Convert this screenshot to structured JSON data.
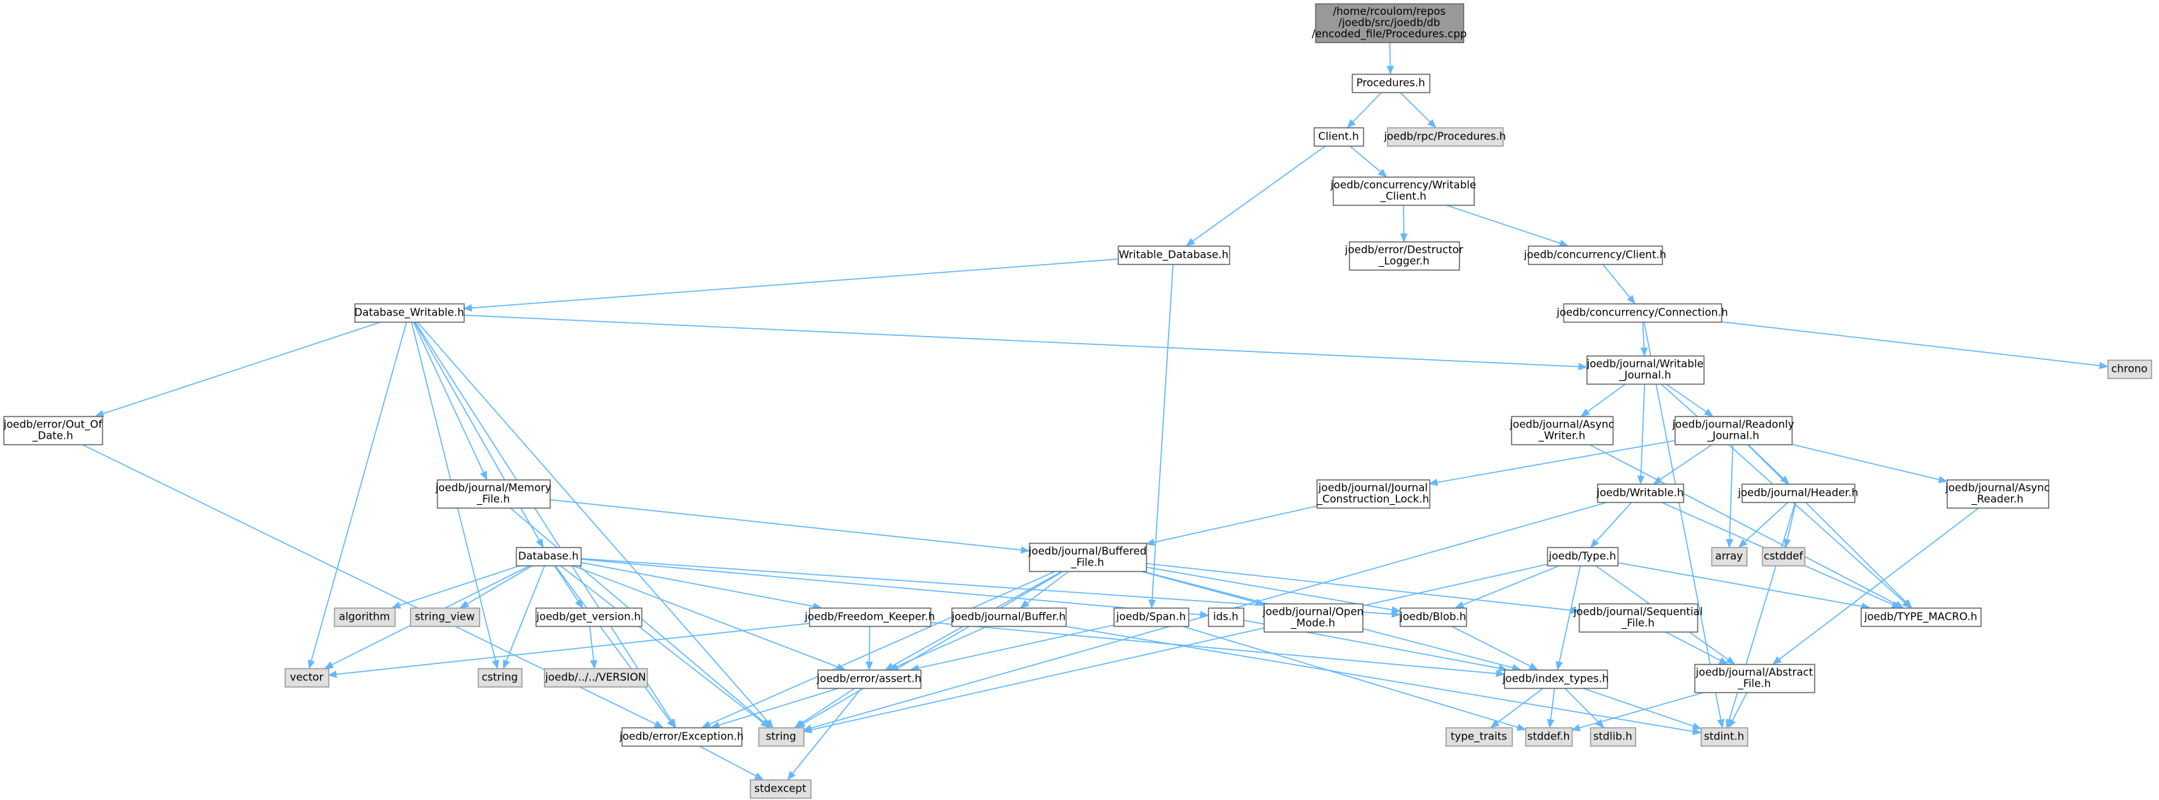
{
  "colors": {
    "root_fill": "#999999",
    "root_border": "#666666",
    "local_fill": "#ffffff",
    "local_border": "#666666",
    "system_fill": "#e0e0e0",
    "system_border": "#999999",
    "edge": "#63b8ff"
  },
  "nodes": [
    {
      "id": "root",
      "kind": "root",
      "lines": [
        "/home/rcoulom/repos",
        "/joedb/src/joedb/db",
        "/encoded_file/Procedures.cpp"
      ]
    },
    {
      "id": "procedures_h",
      "kind": "local",
      "lines": [
        "Procedures.h"
      ]
    },
    {
      "id": "client_h",
      "kind": "local",
      "lines": [
        "Client.h"
      ]
    },
    {
      "id": "rpc_procedures_h",
      "kind": "system",
      "lines": [
        "joedb/rpc/Procedures.h"
      ]
    },
    {
      "id": "concurrency_writable_client",
      "kind": "local",
      "lines": [
        "joedb/concurrency/Writable",
        "_Client.h"
      ]
    },
    {
      "id": "writable_database_h",
      "kind": "local",
      "lines": [
        "Writable_Database.h"
      ]
    },
    {
      "id": "destructor_logger",
      "kind": "local",
      "lines": [
        "joedb/error/Destructor",
        "_Logger.h"
      ]
    },
    {
      "id": "concurrency_client",
      "kind": "local",
      "lines": [
        "joedb/concurrency/Client.h"
      ]
    },
    {
      "id": "database_writable_h",
      "kind": "local",
      "lines": [
        "Database_Writable.h"
      ]
    },
    {
      "id": "connection_h",
      "kind": "local",
      "lines": [
        "joedb/concurrency/Connection.h"
      ]
    },
    {
      "id": "chrono",
      "kind": "system",
      "lines": [
        "chrono"
      ]
    },
    {
      "id": "writable_journal",
      "kind": "local",
      "lines": [
        "joedb/journal/Writable",
        "_Journal.h"
      ]
    },
    {
      "id": "out_of_date",
      "kind": "local",
      "lines": [
        "joedb/error/Out_Of",
        "_Date.h"
      ]
    },
    {
      "id": "async_writer",
      "kind": "local",
      "lines": [
        "joedb/journal/Async",
        "_Writer.h"
      ]
    },
    {
      "id": "readonly_journal",
      "kind": "local",
      "lines": [
        "joedb/journal/Readonly",
        "_Journal.h"
      ]
    },
    {
      "id": "memory_file",
      "kind": "local",
      "lines": [
        "joedb/journal/Memory",
        "_File.h"
      ]
    },
    {
      "id": "construction_lock",
      "kind": "local",
      "lines": [
        "joedb/journal/Journal",
        "_Construction_Lock.h"
      ]
    },
    {
      "id": "writable_h",
      "kind": "local",
      "lines": [
        "joedb/Writable.h"
      ]
    },
    {
      "id": "header_h",
      "kind": "local",
      "lines": [
        "joedb/journal/Header.h"
      ]
    },
    {
      "id": "async_reader",
      "kind": "local",
      "lines": [
        "joedb/journal/Async",
        "_Reader.h"
      ]
    },
    {
      "id": "database_h",
      "kind": "local",
      "lines": [
        "Database.h"
      ]
    },
    {
      "id": "buffered_file",
      "kind": "local",
      "lines": [
        "joedb/journal/Buffered",
        "_File.h"
      ]
    },
    {
      "id": "type_h",
      "kind": "local",
      "lines": [
        "joedb/Type.h"
      ]
    },
    {
      "id": "array",
      "kind": "system",
      "lines": [
        "array"
      ]
    },
    {
      "id": "cstddef",
      "kind": "system",
      "lines": [
        "cstddef"
      ]
    },
    {
      "id": "algorithm",
      "kind": "system",
      "lines": [
        "algorithm"
      ]
    },
    {
      "id": "string_view",
      "kind": "system",
      "lines": [
        "string_view"
      ]
    },
    {
      "id": "get_version",
      "kind": "local",
      "lines": [
        "joedb/get_version.h"
      ]
    },
    {
      "id": "freedom_keeper",
      "kind": "local",
      "lines": [
        "joedb/Freedom_Keeper.h"
      ]
    },
    {
      "id": "buffer_h",
      "kind": "local",
      "lines": [
        "joedb/journal/Buffer.h"
      ]
    },
    {
      "id": "span_h",
      "kind": "local",
      "lines": [
        "joedb/Span.h"
      ]
    },
    {
      "id": "ids_h",
      "kind": "local",
      "lines": [
        "ids.h"
      ]
    },
    {
      "id": "open_mode",
      "kind": "local",
      "lines": [
        "joedb/journal/Open",
        "_Mode.h"
      ]
    },
    {
      "id": "blob_h",
      "kind": "local",
      "lines": [
        "joedb/Blob.h"
      ]
    },
    {
      "id": "sequential_file",
      "kind": "local",
      "lines": [
        "joedb/journal/Sequential",
        "_File.h"
      ]
    },
    {
      "id": "type_macro",
      "kind": "local",
      "lines": [
        "joedb/TYPE_MACRO.h"
      ]
    },
    {
      "id": "vector",
      "kind": "system",
      "lines": [
        "vector"
      ]
    },
    {
      "id": "cstring",
      "kind": "system",
      "lines": [
        "cstring"
      ]
    },
    {
      "id": "version_file",
      "kind": "system",
      "lines": [
        "joedb/../../VERSION"
      ]
    },
    {
      "id": "assert_h",
      "kind": "local",
      "lines": [
        "joedb/error/assert.h"
      ]
    },
    {
      "id": "index_types",
      "kind": "local",
      "lines": [
        "joedb/index_types.h"
      ]
    },
    {
      "id": "abstract_file",
      "kind": "local",
      "lines": [
        "joedb/journal/Abstract",
        "_File.h"
      ]
    },
    {
      "id": "exception_h",
      "kind": "local",
      "lines": [
        "joedb/error/Exception.h"
      ]
    },
    {
      "id": "string",
      "kind": "system",
      "lines": [
        "string"
      ]
    },
    {
      "id": "type_traits",
      "kind": "system",
      "lines": [
        "type_traits"
      ]
    },
    {
      "id": "stddef_h",
      "kind": "system",
      "lines": [
        "stddef.h"
      ]
    },
    {
      "id": "stdlib_h",
      "kind": "system",
      "lines": [
        "stdlib.h"
      ]
    },
    {
      "id": "stdint_h",
      "kind": "system",
      "lines": [
        "stdint.h"
      ]
    },
    {
      "id": "stdexcept",
      "kind": "system",
      "lines": [
        "stdexcept"
      ]
    }
  ],
  "edges": [
    [
      "root",
      "procedures_h"
    ],
    [
      "procedures_h",
      "client_h"
    ],
    [
      "procedures_h",
      "rpc_procedures_h"
    ],
    [
      "client_h",
      "concurrency_writable_client"
    ],
    [
      "client_h",
      "writable_database_h"
    ],
    [
      "concurrency_writable_client",
      "destructor_logger"
    ],
    [
      "concurrency_writable_client",
      "concurrency_client"
    ],
    [
      "concurrency_client",
      "connection_h"
    ],
    [
      "connection_h",
      "writable_journal"
    ],
    [
      "connection_h",
      "chrono"
    ],
    [
      "connection_h",
      "stdint_h"
    ],
    [
      "writable_database_h",
      "database_writable_h"
    ],
    [
      "writable_database_h",
      "span_h"
    ],
    [
      "database_writable_h",
      "out_of_date"
    ],
    [
      "database_writable_h",
      "memory_file"
    ],
    [
      "database_writable_h",
      "database_h"
    ],
    [
      "database_writable_h",
      "writable_journal"
    ],
    [
      "database_writable_h",
      "vector"
    ],
    [
      "database_writable_h",
      "cstring"
    ],
    [
      "database_writable_h",
      "string"
    ],
    [
      "database_writable_h",
      "exception_h"
    ],
    [
      "out_of_date",
      "exception_h"
    ],
    [
      "writable_journal",
      "async_writer"
    ],
    [
      "writable_journal",
      "readonly_journal"
    ],
    [
      "writable_journal",
      "writable_h"
    ],
    [
      "writable_journal",
      "type_macro"
    ],
    [
      "async_writer",
      "type_macro"
    ],
    [
      "readonly_journal",
      "construction_lock"
    ],
    [
      "readonly_journal",
      "writable_h"
    ],
    [
      "readonly_journal",
      "header_h"
    ],
    [
      "readonly_journal",
      "async_reader"
    ],
    [
      "readonly_journal",
      "array"
    ],
    [
      "readonly_journal",
      "type_macro"
    ],
    [
      "header_h",
      "array"
    ],
    [
      "header_h",
      "cstddef"
    ],
    [
      "header_h",
      "stdint_h"
    ],
    [
      "async_reader",
      "abstract_file"
    ],
    [
      "construction_lock",
      "buffered_file"
    ],
    [
      "memory_file",
      "buffered_file"
    ],
    [
      "memory_file",
      "string"
    ],
    [
      "writable_h",
      "type_h"
    ],
    [
      "writable_h",
      "type_macro"
    ],
    [
      "writable_h",
      "string"
    ],
    [
      "type_h",
      "blob_h"
    ],
    [
      "type_h",
      "index_types"
    ],
    [
      "type_h",
      "type_macro"
    ],
    [
      "type_h",
      "string"
    ],
    [
      "type_h",
      "abstract_file"
    ],
    [
      "database_h",
      "algorithm"
    ],
    [
      "database_h",
      "string_view"
    ],
    [
      "database_h",
      "get_version"
    ],
    [
      "database_h",
      "freedom_keeper"
    ],
    [
      "database_h",
      "ids_h"
    ],
    [
      "database_h",
      "blob_h"
    ],
    [
      "database_h",
      "vector"
    ],
    [
      "database_h",
      "cstring"
    ],
    [
      "database_h",
      "string"
    ],
    [
      "database_h",
      "assert_h"
    ],
    [
      "database_h",
      "exception_h"
    ],
    [
      "get_version",
      "version_file"
    ],
    [
      "freedom_keeper",
      "assert_h"
    ],
    [
      "freedom_keeper",
      "index_types"
    ],
    [
      "freedom_keeper",
      "vector"
    ],
    [
      "buffered_file",
      "buffer_h"
    ],
    [
      "buffered_file",
      "open_mode"
    ],
    [
      "buffered_file",
      "sequential_file"
    ],
    [
      "buffered_file",
      "blob_h"
    ],
    [
      "buffered_file",
      "index_types"
    ],
    [
      "buffered_file",
      "assert_h"
    ],
    [
      "buffered_file",
      "string"
    ],
    [
      "buffered_file",
      "exception_h"
    ],
    [
      "buffer_h",
      "assert_h"
    ],
    [
      "buffer_h",
      "stdint_h"
    ],
    [
      "span_h",
      "assert_h"
    ],
    [
      "span_h",
      "stddef_h"
    ],
    [
      "ids_h",
      "index_types"
    ],
    [
      "blob_h",
      "index_types"
    ],
    [
      "sequential_file",
      "abstract_file"
    ],
    [
      "abstract_file",
      "stdint_h"
    ],
    [
      "abstract_file",
      "stddef_h"
    ],
    [
      "assert_h",
      "exception_h"
    ],
    [
      "assert_h",
      "stdexcept"
    ],
    [
      "assert_h",
      "string"
    ],
    [
      "index_types",
      "type_traits"
    ],
    [
      "index_types",
      "stddef_h"
    ],
    [
      "index_types",
      "stdlib_h"
    ],
    [
      "index_types",
      "stdint_h"
    ],
    [
      "exception_h",
      "stdexcept"
    ]
  ]
}
